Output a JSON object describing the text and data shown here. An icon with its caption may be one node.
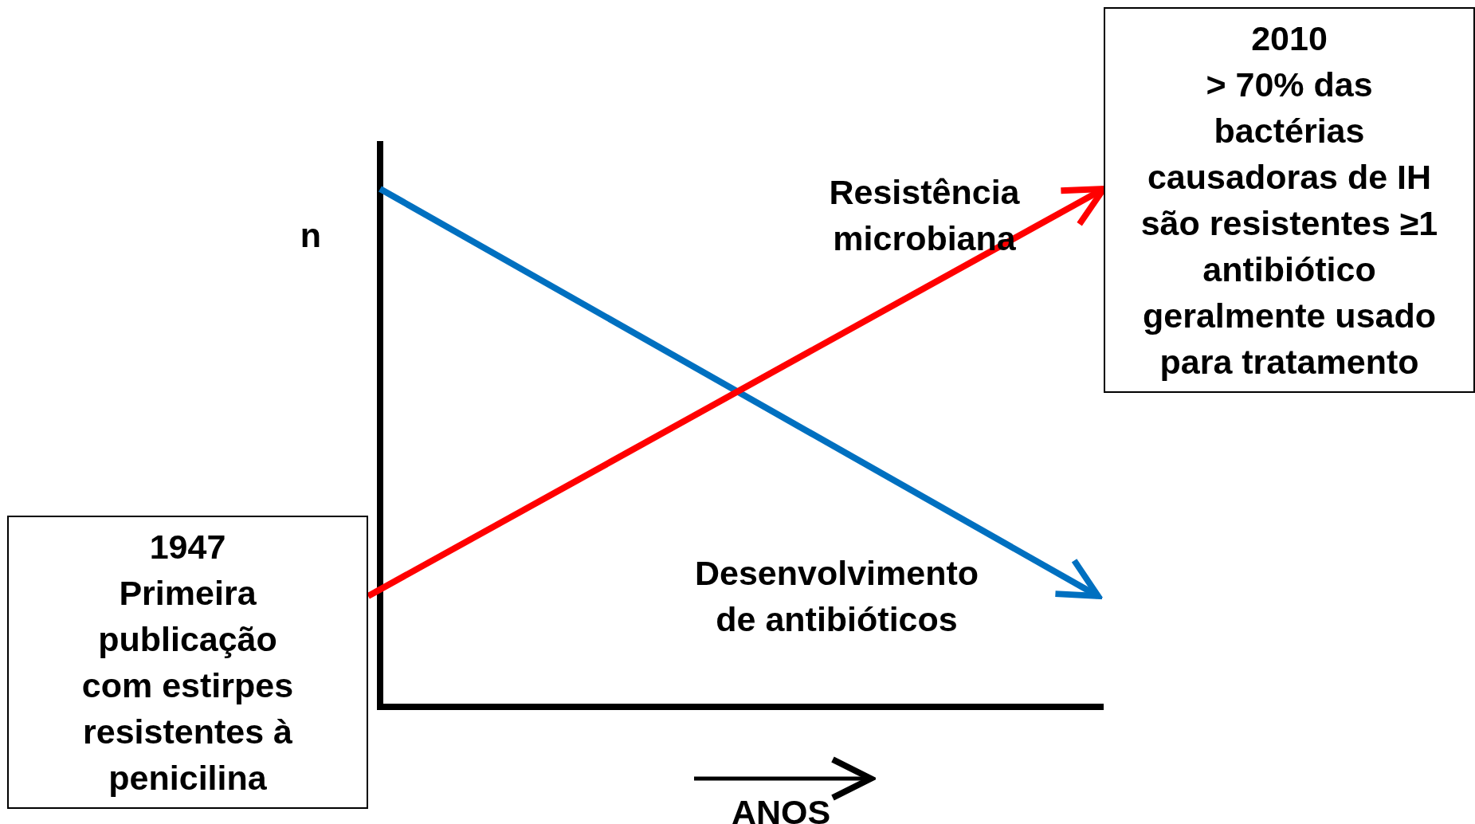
{
  "diagram": {
    "nodes": [
      {
        "text": [
          "1947",
          "Primeira publicação com estirpes resistentes à penicilina"
        ]
      },
      {
        "text": [
          "2010",
          "> 70% das bactérias causadoras de IH são resistentes ≥1 antibiótico geralmente usado para tratamento"
        ]
      }
    ],
    "edges": [
      {
        "from": 0,
        "to": 1,
        "arrow": "to",
        "label": "Resistência microbiana",
        "color": "#ff0000"
      }
    ],
    "labels": [
      "n",
      "Desenvolvimento de antibióticos",
      "ANOS"
    ]
  }
}
